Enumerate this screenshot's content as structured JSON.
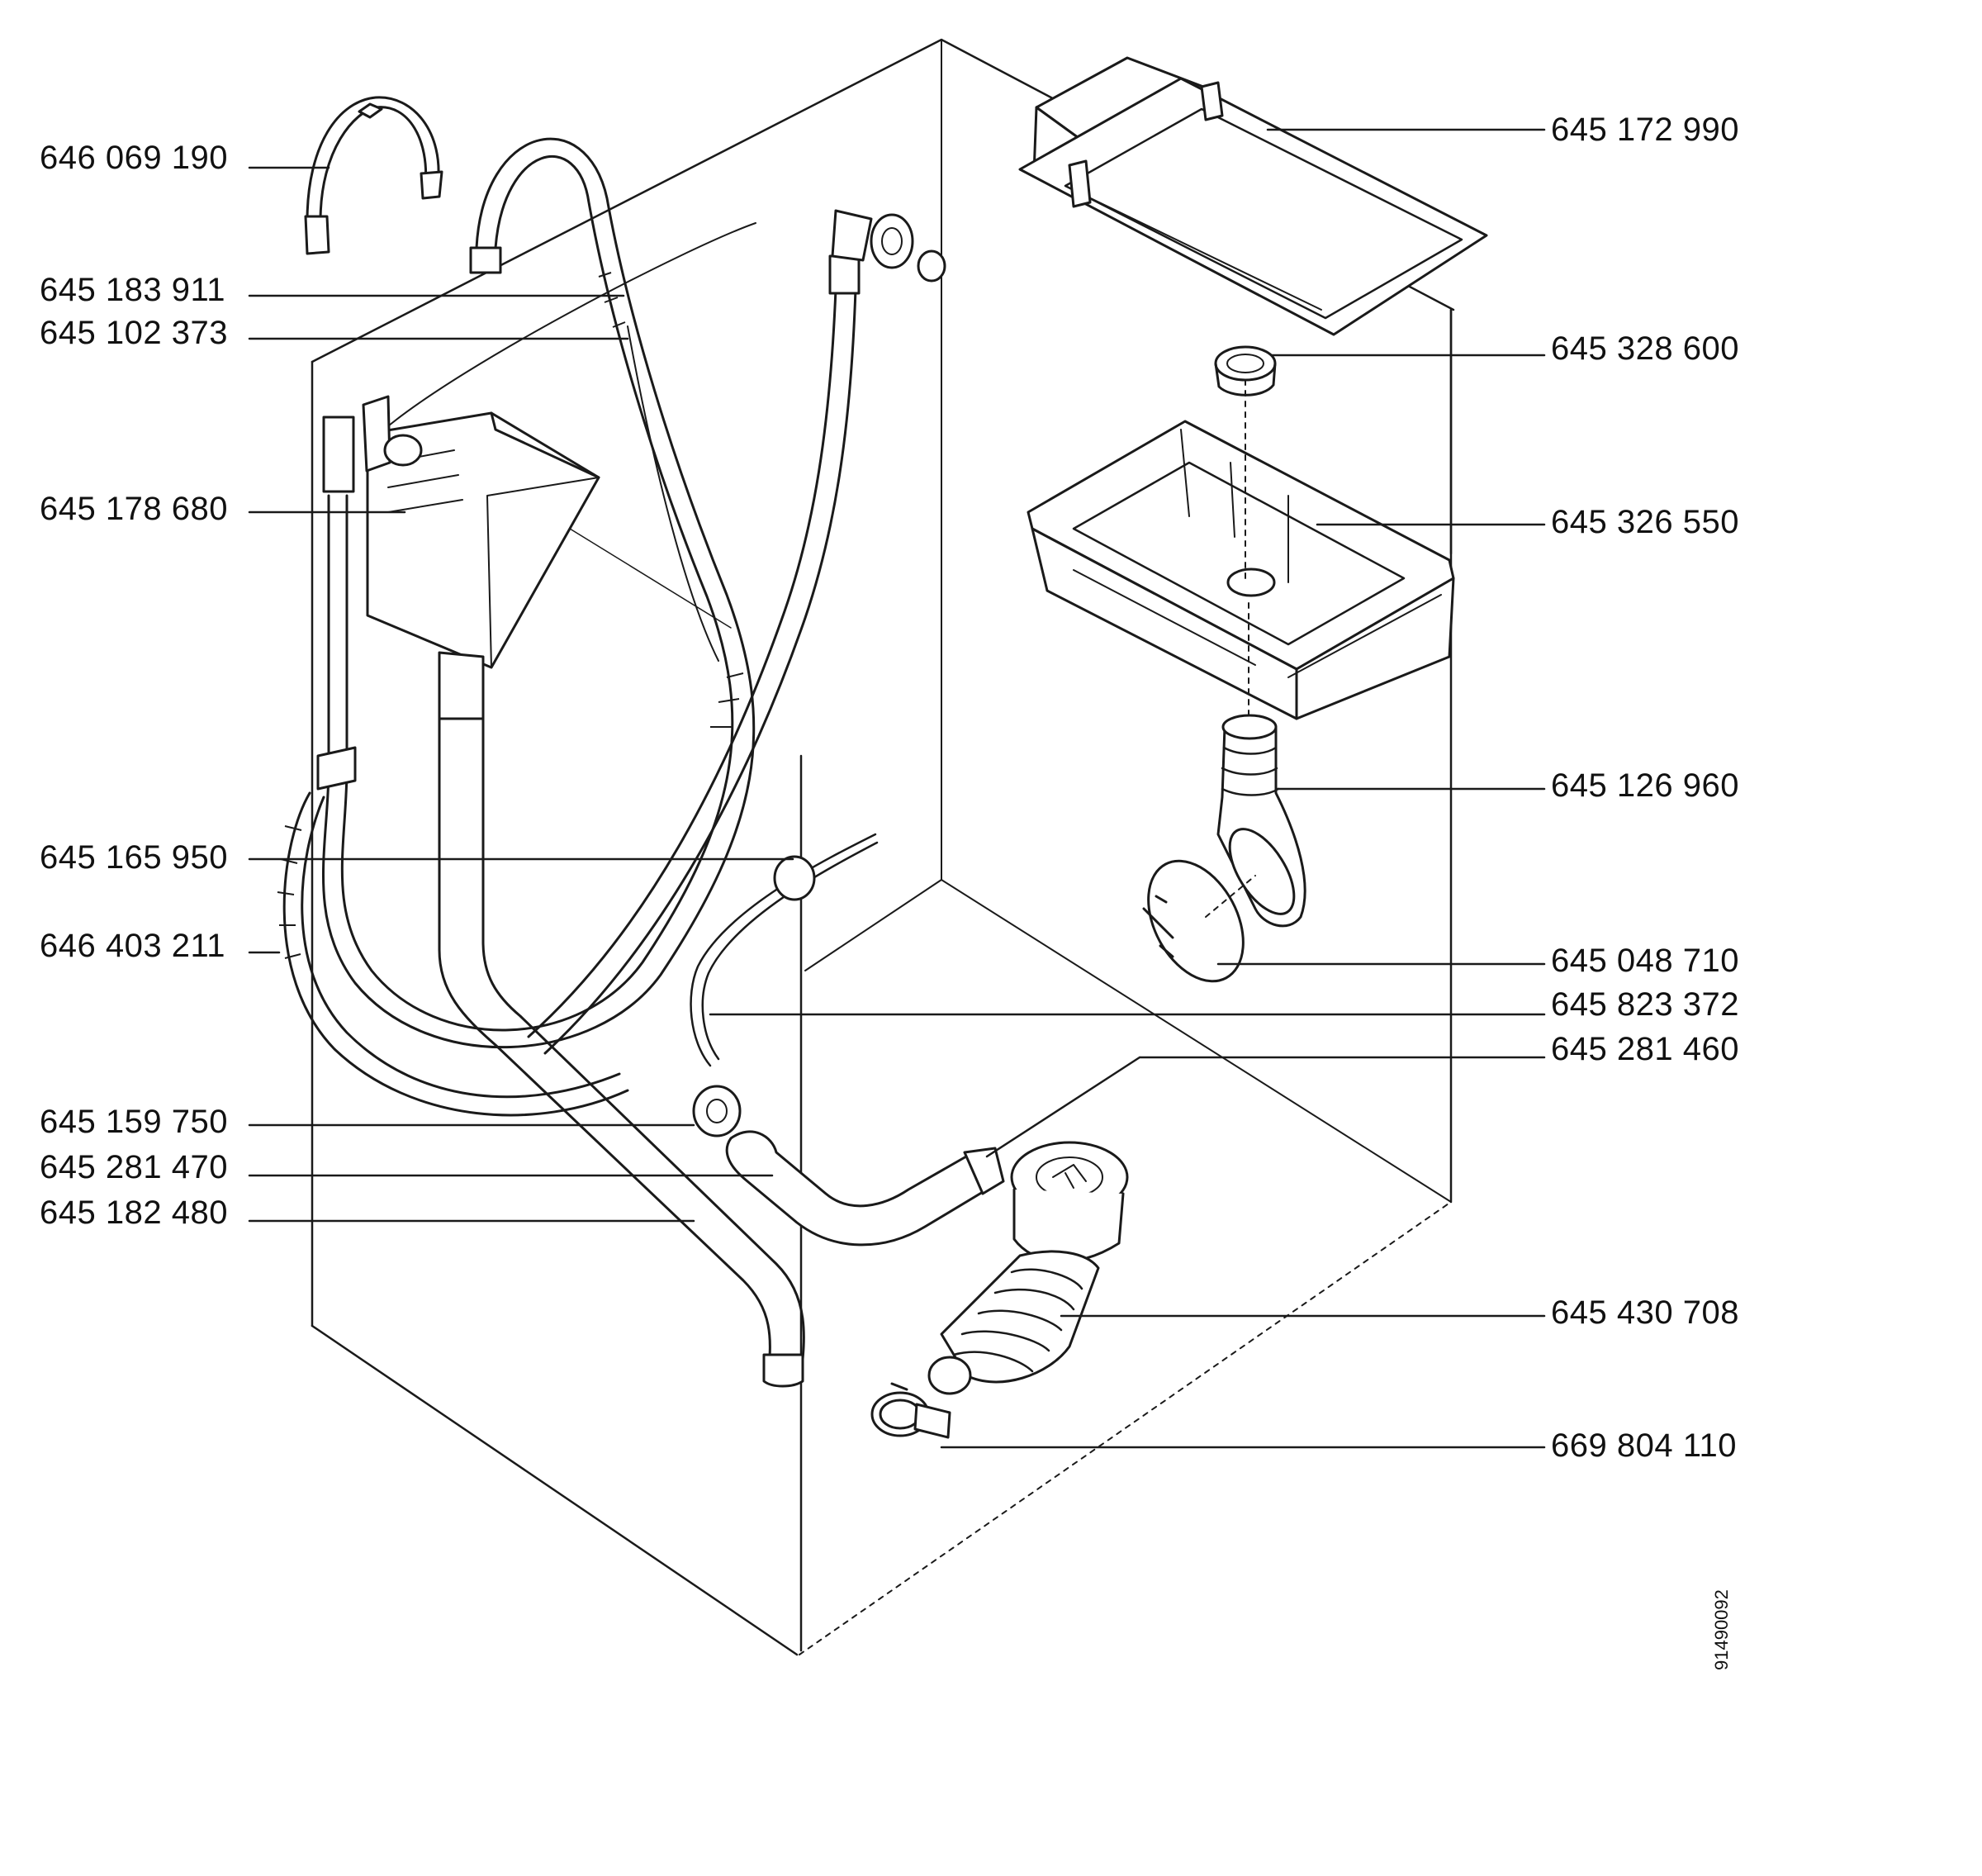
{
  "diagram": {
    "drawing_number": "91490092",
    "parts": [
      {
        "id": "p1",
        "number": "646 069 190"
      },
      {
        "id": "p2",
        "number": "645 183 911"
      },
      {
        "id": "p3",
        "number": "645 102 373"
      },
      {
        "id": "p4",
        "number": "645 178 680"
      },
      {
        "id": "p5",
        "number": "645 165 950"
      },
      {
        "id": "p6",
        "number": "646 403 211"
      },
      {
        "id": "p7",
        "number": "645 159 750"
      },
      {
        "id": "p8",
        "number": "645 281 470"
      },
      {
        "id": "p9",
        "number": "645 182 480"
      },
      {
        "id": "p10",
        "number": "645 172 990"
      },
      {
        "id": "p11",
        "number": "645 328 600"
      },
      {
        "id": "p12",
        "number": "645 326 550"
      },
      {
        "id": "p13",
        "number": "645 126 960"
      },
      {
        "id": "p14",
        "number": "645 048 710"
      },
      {
        "id": "p15",
        "number": "645 823 372"
      },
      {
        "id": "p16",
        "number": "645 281 460"
      },
      {
        "id": "p17",
        "number": "645 430 708"
      },
      {
        "id": "p18",
        "number": "669 804 110"
      }
    ]
  }
}
